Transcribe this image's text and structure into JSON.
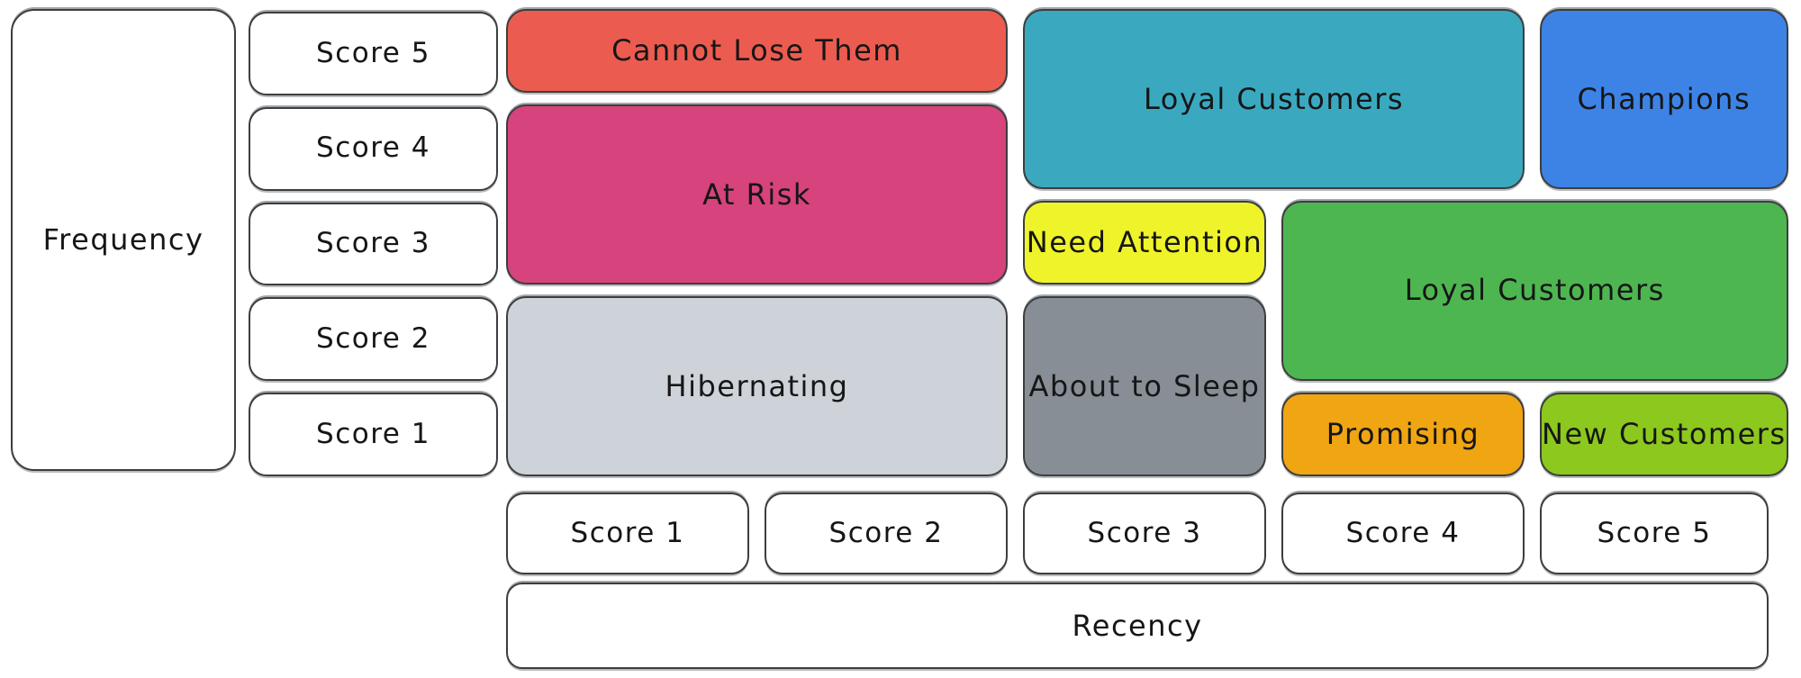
{
  "ui_colors": {
    "background": "#ffffff",
    "stroke": "#3d3d3d",
    "text": "#161616"
  },
  "axes": {
    "frequency": {
      "label": "Frequency",
      "scores": [
        "Score 5",
        "Score 4",
        "Score 3",
        "Score 2",
        "Score 1"
      ]
    },
    "recency": {
      "label": "Recency",
      "scores": [
        "Score 1",
        "Score 2",
        "Score 3",
        "Score 4",
        "Score 5"
      ]
    }
  },
  "segments": [
    {
      "label": "Cannot Lose Them",
      "color": "#ec5b4f",
      "recency_scores": [
        1,
        2
      ],
      "frequency_scores": [
        5
      ],
      "grid": {
        "col": "1 / 3",
        "row": "1 / 2"
      }
    },
    {
      "label": "At Risk",
      "color": "#d6437d",
      "recency_scores": [
        1,
        2
      ],
      "frequency_scores": [
        3,
        4
      ],
      "grid": {
        "col": "1 / 3",
        "row": "2 / 4"
      }
    },
    {
      "label": "Hibernating",
      "color": "#ced3da",
      "recency_scores": [
        1,
        2
      ],
      "frequency_scores": [
        1,
        2
      ],
      "grid": {
        "col": "1 / 3",
        "row": "4 / 6"
      }
    },
    {
      "label": "Loyal Customers",
      "color": "#3aa9c0",
      "recency_scores": [
        3,
        4
      ],
      "frequency_scores": [
        4,
        5
      ],
      "grid": {
        "col": "3 / 5",
        "row": "1 / 3"
      }
    },
    {
      "label": "Champions",
      "color": "#3d83e6",
      "recency_scores": [
        5
      ],
      "frequency_scores": [
        4,
        5
      ],
      "grid": {
        "col": "5 / 6",
        "row": "1 / 3"
      }
    },
    {
      "label": "Need Attention",
      "color": "#eff32a",
      "recency_scores": [
        3
      ],
      "frequency_scores": [
        3
      ],
      "grid": {
        "col": "3 / 4",
        "row": "3 / 4"
      }
    },
    {
      "label": "About to Sleep",
      "color": "#878e96",
      "recency_scores": [
        3
      ],
      "frequency_scores": [
        1,
        2
      ],
      "grid": {
        "col": "3 / 4",
        "row": "4 / 6"
      }
    },
    {
      "label": "Loyal Customers",
      "color": "#4db650",
      "recency_scores": [
        4,
        5
      ],
      "frequency_scores": [
        2,
        3
      ],
      "grid": {
        "col": "4 / 6",
        "row": "3 / 5"
      }
    },
    {
      "label": "Promising",
      "color": "#f0a513",
      "recency_scores": [
        4
      ],
      "frequency_scores": [
        1
      ],
      "grid": {
        "col": "4 / 5",
        "row": "5 / 6"
      }
    },
    {
      "label": "New Customers",
      "color": "#8cc81e",
      "recency_scores": [
        5
      ],
      "frequency_scores": [
        1
      ],
      "grid": {
        "col": "5 / 6",
        "row": "5 / 6"
      }
    }
  ]
}
